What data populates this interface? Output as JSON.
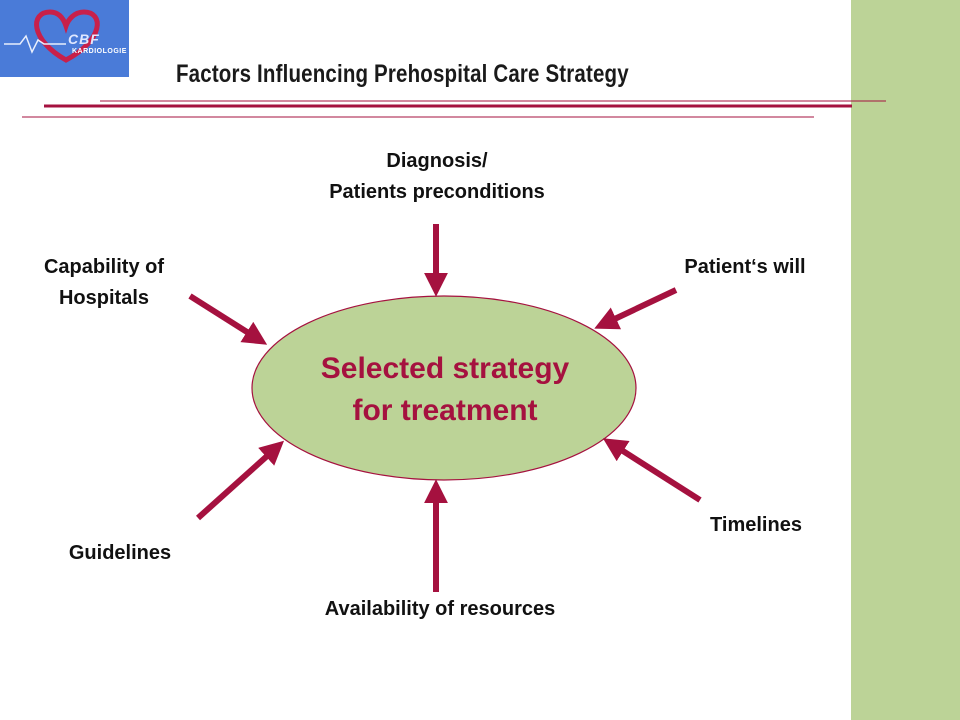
{
  "logo": {
    "text": "CBF",
    "subtext": "KARDIOLOGIE",
    "icon": "heart-ecg-logo-icon"
  },
  "title": "Factors Influencing Prehospital Care Strategy",
  "center": {
    "line1": "Selected strategy",
    "line2": "for treatment"
  },
  "factors": {
    "top": {
      "line1": "Diagnosis/",
      "line2": "Patients preconditions"
    },
    "top_left": {
      "line1": "Capability of",
      "line2": "Hospitals"
    },
    "top_right": "Patient‘s will",
    "bottom_left": "Guidelines",
    "bottom": "Availability of resources",
    "bottom_right": "Timelines"
  },
  "colors": {
    "accent": "#a5113f",
    "ellipse_fill": "#bcd397",
    "sidebar": "#bcd397",
    "logo_background": "#4a7bd8"
  }
}
